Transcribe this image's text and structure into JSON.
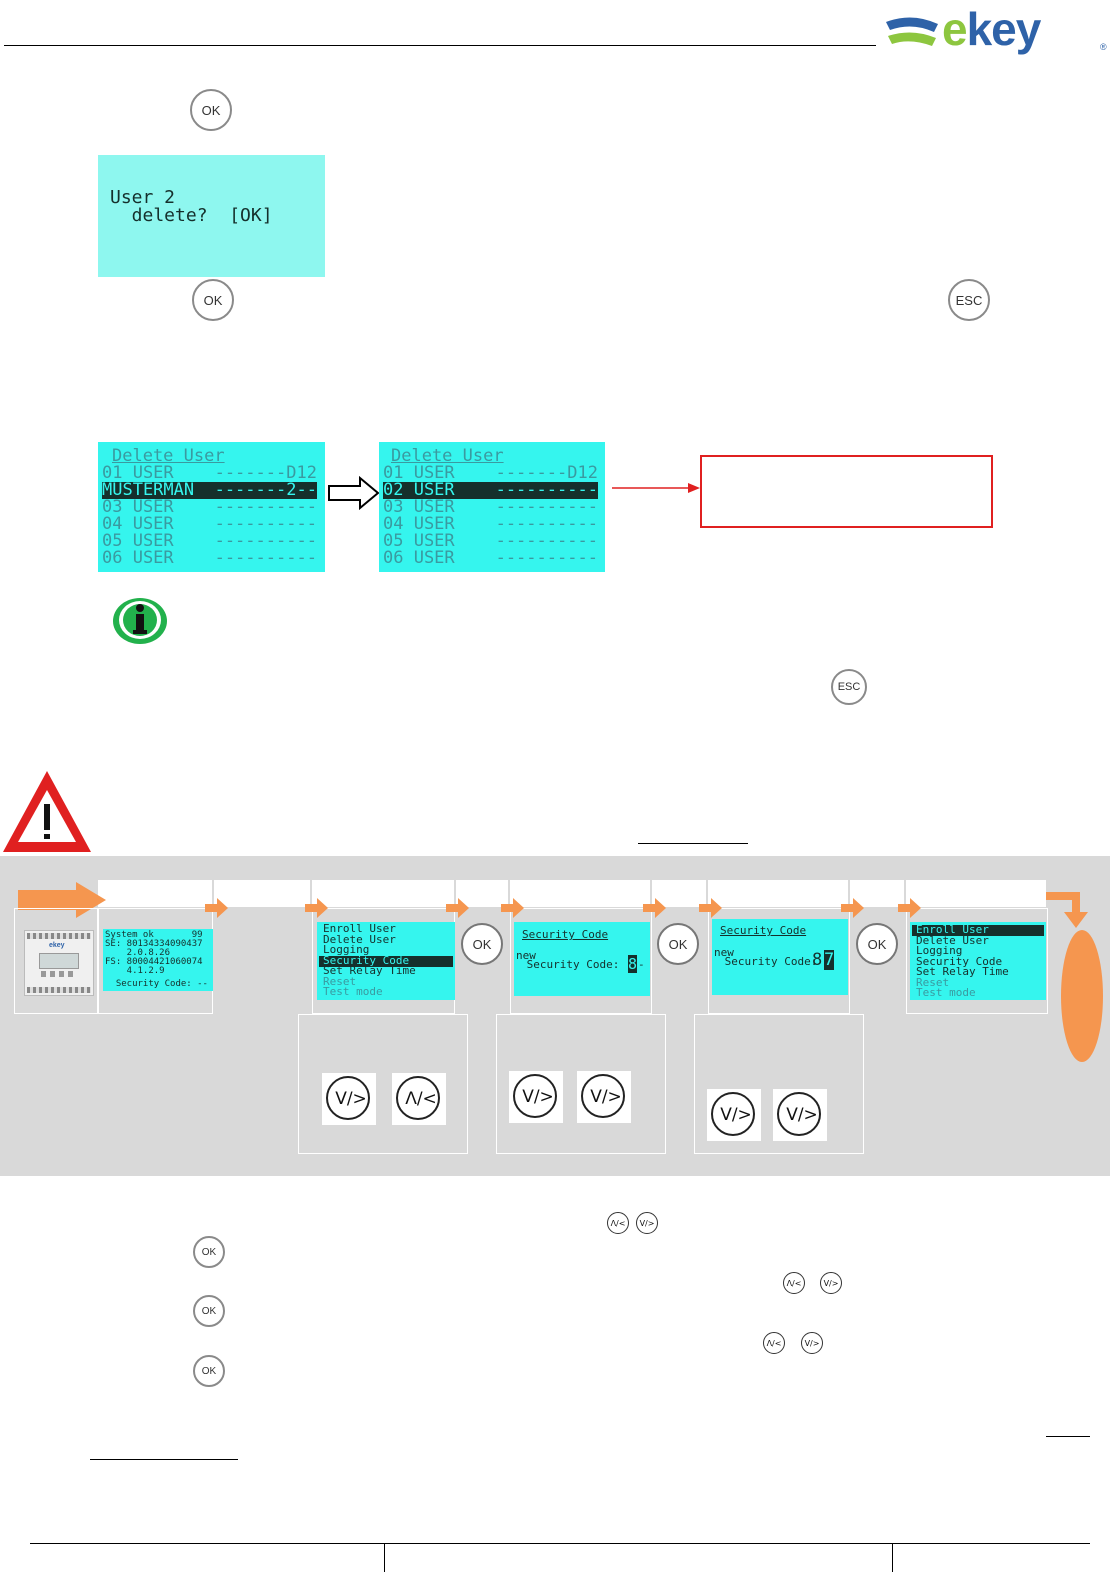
{
  "brand": {
    "logo_text_e": "e",
    "logo_text_rest": "key",
    "reg_mark": "®"
  },
  "buttons": {
    "ok": "OK",
    "esc": "ESC"
  },
  "confirm_lcd": {
    "line1": "User 2",
    "line2": "  delete?  [OK]"
  },
  "delete_before": {
    "title": "Delete User",
    "rows": [
      "01 USER    -------D12",
      "MUSTERMAN  -------2--",
      "03 USER    ----------",
      "04 USER    ----------",
      "05 USER    ----------",
      "06 USER    ----------"
    ]
  },
  "delete_after": {
    "title": "Delete User",
    "rows": [
      "01 USER    -------D12",
      "02 USER    ----------",
      "03 USER    ----------",
      "04 USER    ----------",
      "05 USER    ----------",
      "06 USER    ----------"
    ]
  },
  "status_lcd": {
    "l1": "System ok       99",
    "l2": "SE: 80134334090437",
    "l3": "    2.0.8.26",
    "l4": "FS: 80004421060074",
    "l5": "    4.1.2.9",
    "l6": "  Security Code: --"
  },
  "device": {
    "brand": "ekey"
  },
  "menu_lcd": {
    "items": [
      "Enroll User",
      "Delete User",
      "Logging",
      "Security Code",
      "Set Relay Time",
      "Reset",
      "Test mode"
    ]
  },
  "seccode_lcd_1": {
    "title": "Security Code",
    "label_new": "new",
    "label_code": " Security Code:",
    "digit": "8",
    "rest": "-"
  },
  "seccode_lcd_2": {
    "title": "Security Code",
    "label_new": "new",
    "label_code": " Security Code:",
    "digit1": "8",
    "digit2": "7"
  },
  "menu_lcd_final": {
    "items": [
      "Enroll User",
      "Delete User",
      "Logging",
      "Security Code",
      "Set Relay Time",
      "Reset",
      "Test mode"
    ]
  },
  "nav_keys": {
    "down_right": "V/>",
    "up_left": "Λ/<"
  }
}
